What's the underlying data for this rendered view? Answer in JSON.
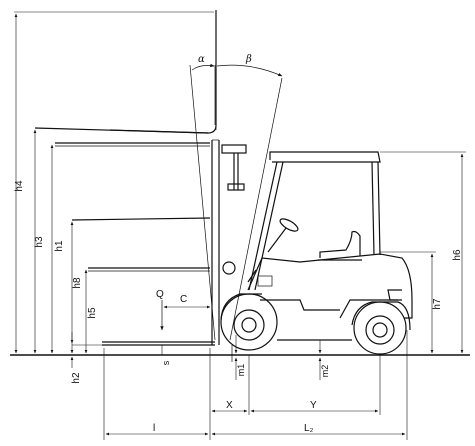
{
  "labels": {
    "h4": "h4",
    "h3": "h3",
    "h1": "h1",
    "h8": "h8",
    "h5": "h5",
    "h2": "h2",
    "h6": "h6",
    "h7": "h7",
    "alpha": "α",
    "beta": "β",
    "Q": "Q",
    "C": "C",
    "s": "s",
    "m1": "m1",
    "m2": "m2",
    "X": "X",
    "Y": "Y",
    "l": "l",
    "L2": "L₂"
  }
}
